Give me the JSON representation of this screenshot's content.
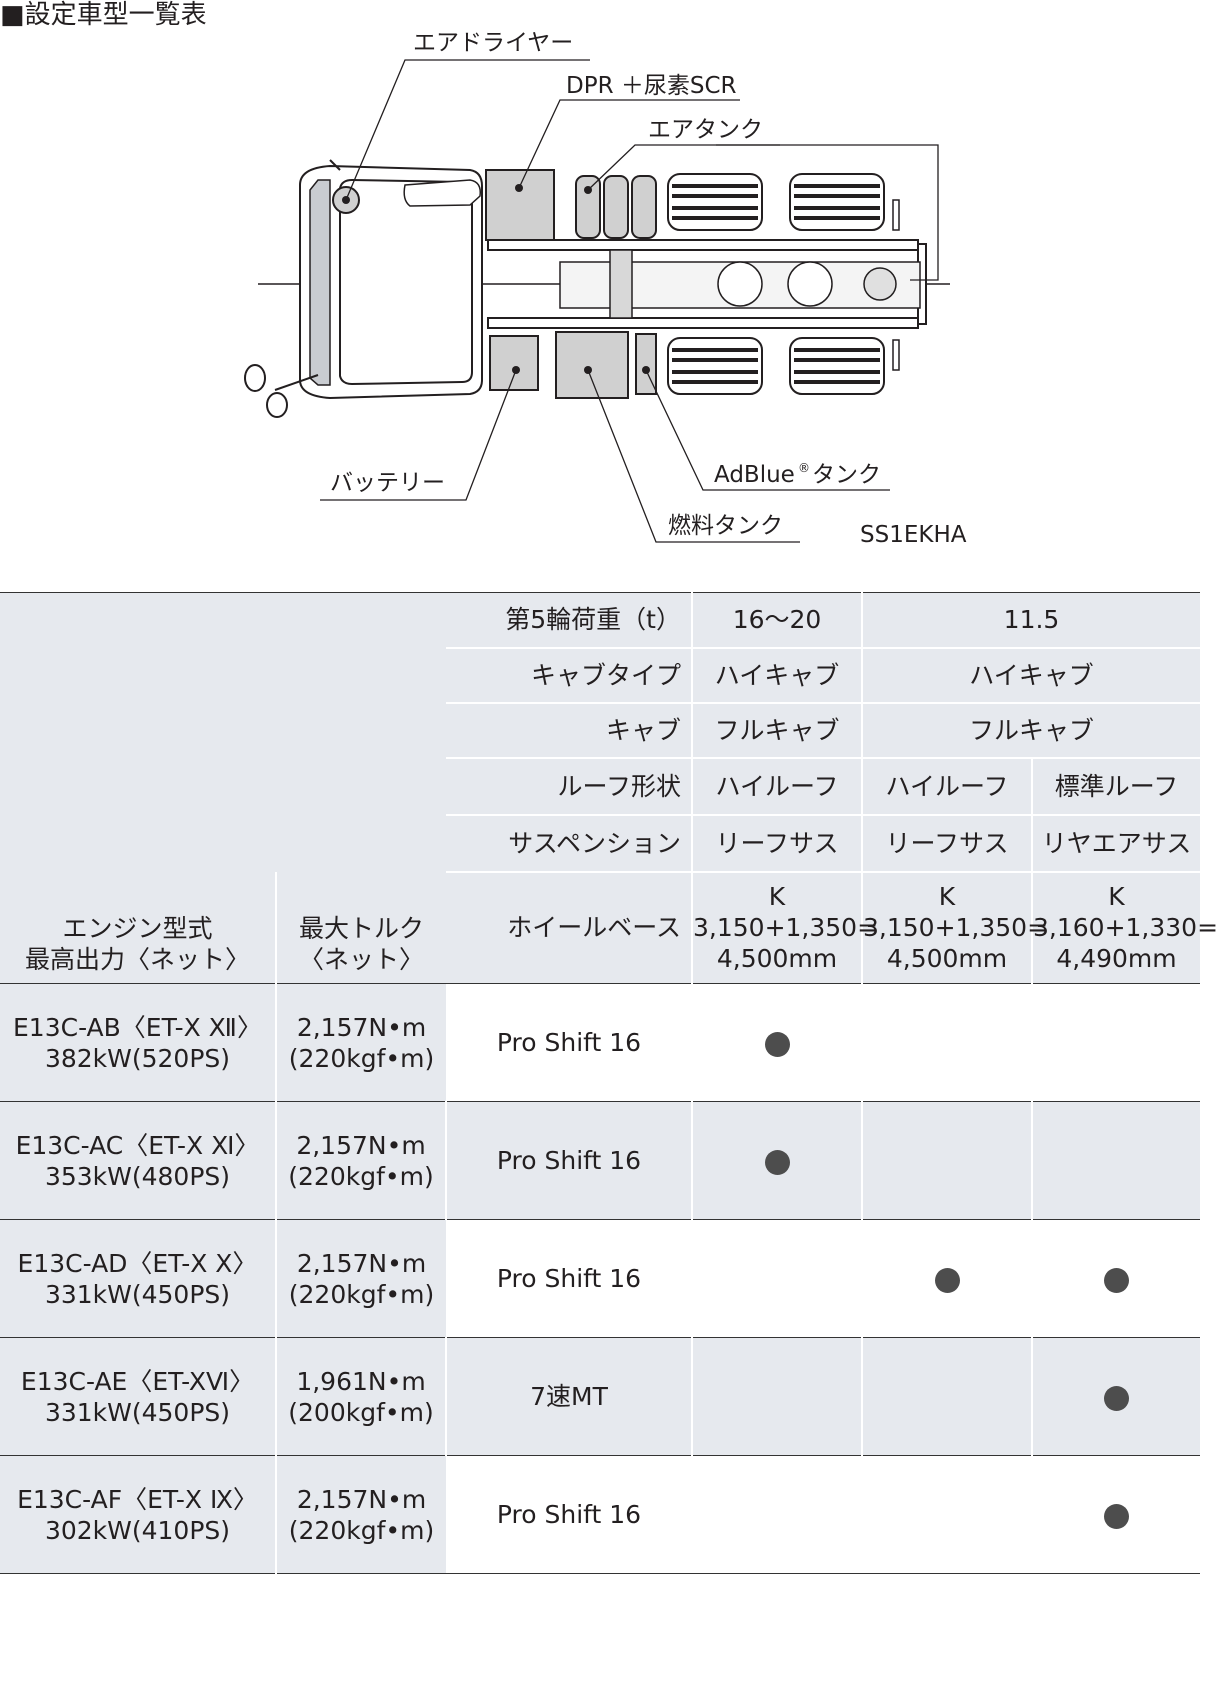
{
  "title": "■設定車型一覧表",
  "diagram": {
    "labels": {
      "air_dryer": "エアドライヤー",
      "dpr_scr": "DPR ＋尿素SCR",
      "air_tank": "エアタンク",
      "battery": "バッテリー",
      "adblue_tank": "AdBlue",
      "adblue_reg": "®",
      "adblue_suffix": "タンク",
      "fuel_tank": "燃料タンク",
      "model_code": "SS1EKHA"
    }
  },
  "table": {
    "header": {
      "fifth_wheel_label": "第5輪荷重（t）",
      "fifth_wheel_values": [
        "16〜20",
        "11.5"
      ],
      "cab_type_label": "キャブタイプ",
      "cab_type_values": [
        "ハイキャブ",
        "ハイキャブ"
      ],
      "cab_label": "キャブ",
      "cab_values": [
        "フルキャブ",
        "フルキャブ"
      ],
      "roof_label": "ルーフ形状",
      "roof_values": [
        "ハイルーフ",
        "ハイルーフ",
        "標準ルーフ"
      ],
      "susp_label": "サスペンション",
      "susp_values": [
        "リーフサス",
        "リーフサス",
        "リヤエアサス"
      ],
      "wb_label": "ホイールベース",
      "wb_values": [
        {
          "k": "K",
          "calc": "3,150+1,350=",
          "total": "4,500mm"
        },
        {
          "k": "K",
          "calc": "3,150+1,350=",
          "total": "4,500mm"
        },
        {
          "k": "K",
          "calc": "3,160+1,330=",
          "total": "4,490mm"
        }
      ],
      "engine_col_1": "エンジン型式",
      "engine_col_2": "最高出力〈ネット〉",
      "torque_col_1": "最大トルク",
      "torque_col_2": "〈ネット〉"
    },
    "rows": [
      {
        "engine": "E13C-AB〈ET-Ⅹ Ⅻ〉",
        "power": "382kW(520PS)",
        "torque": "2,157N•m",
        "torque_kgf": "(220kgf•m)",
        "trans": "Pro Shift 16",
        "marks": [
          true,
          false,
          false
        ]
      },
      {
        "engine": "E13C-AC〈ET-Ⅹ Ⅺ〉",
        "power": "353kW(480PS)",
        "torque": "2,157N•m",
        "torque_kgf": "(220kgf•m)",
        "trans": "Pro Shift 16",
        "marks": [
          true,
          false,
          false
        ]
      },
      {
        "engine": "E13C-AD〈ET-Ⅹ Ⅹ〉",
        "power": "331kW(450PS)",
        "torque": "2,157N•m",
        "torque_kgf": "(220kgf•m)",
        "trans": "Pro Shift 16",
        "marks": [
          false,
          true,
          true
        ]
      },
      {
        "engine": "E13C-AE〈ET-XⅥ〉",
        "power": "331kW(450PS)",
        "torque": "1,961N•m",
        "torque_kgf": "(200kgf•m)",
        "trans": "7速MT",
        "marks": [
          false,
          false,
          true
        ]
      },
      {
        "engine": "E13C-AF〈ET-Ⅹ Ⅸ〉",
        "power": "302kW(410PS)",
        "torque": "2,157N•m",
        "torque_kgf": "(220kgf•m)",
        "trans": "Pro Shift 16",
        "marks": [
          false,
          false,
          true
        ]
      }
    ]
  }
}
